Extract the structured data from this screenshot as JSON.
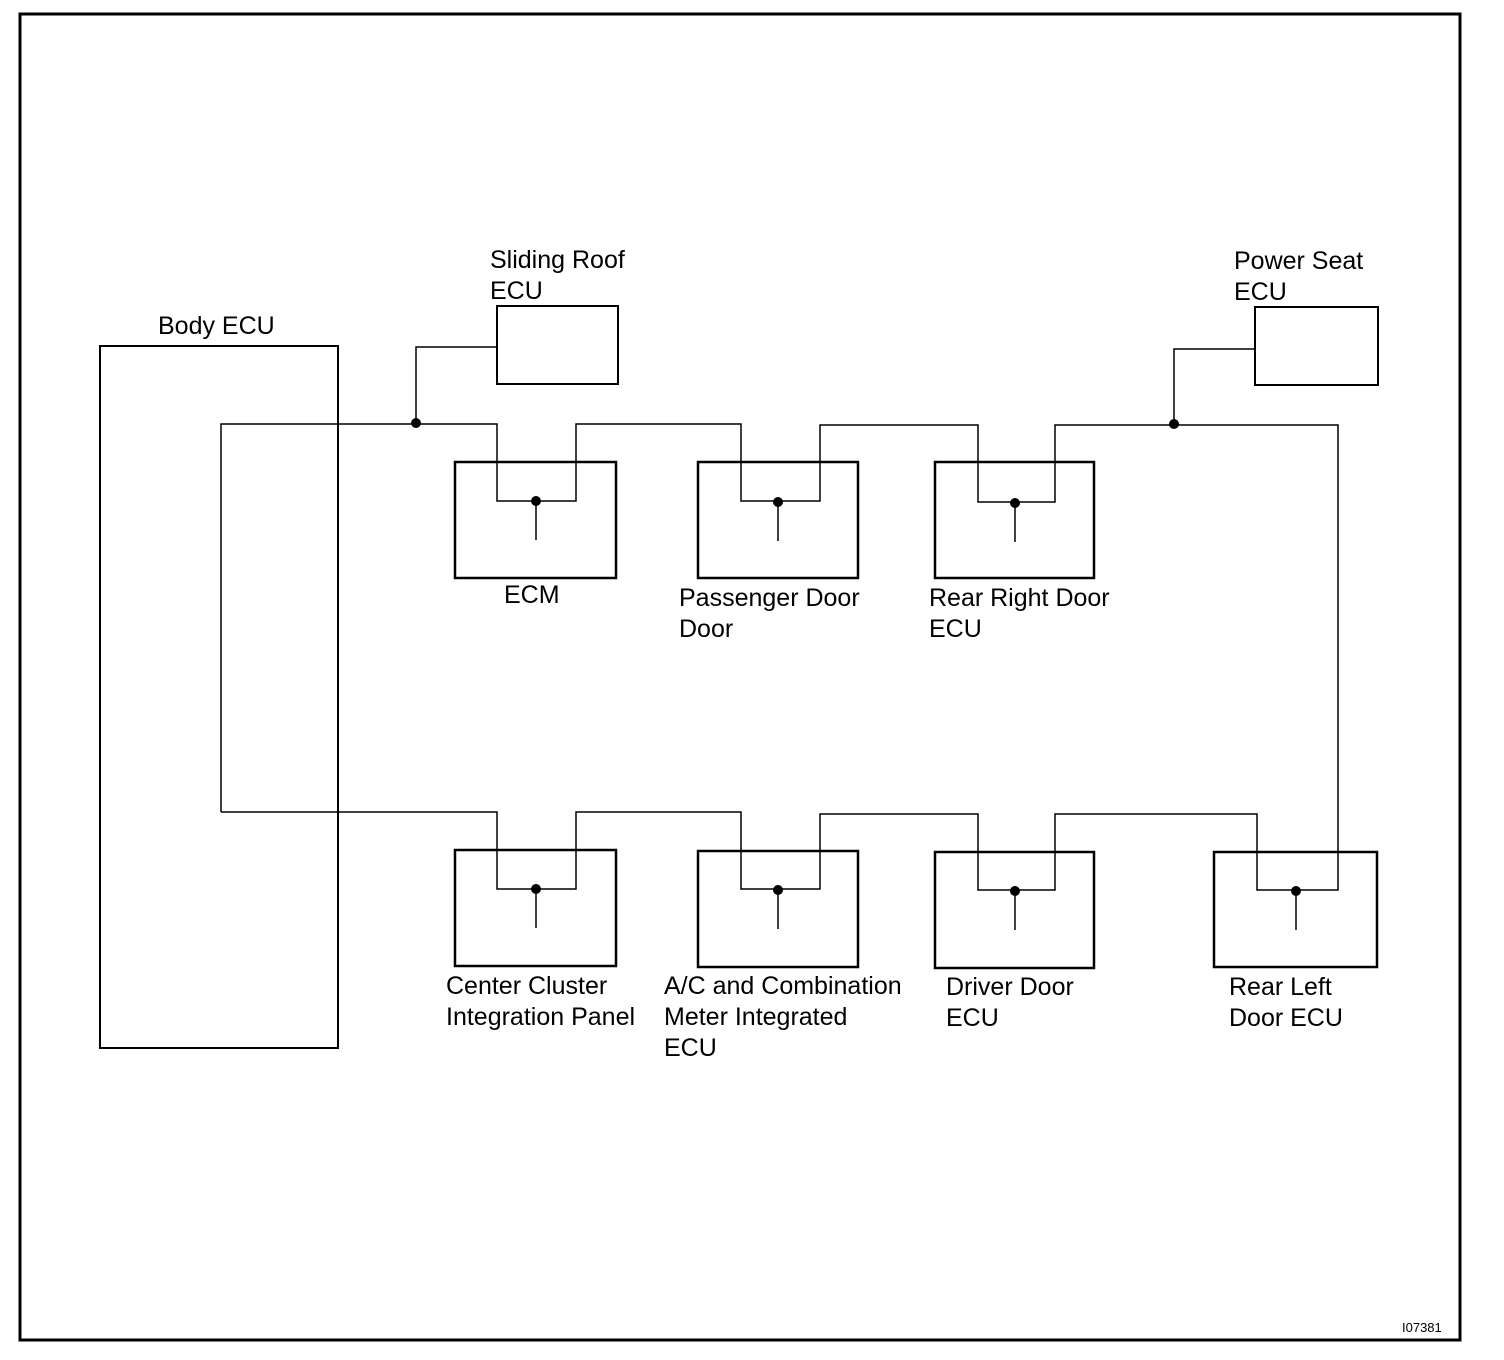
{
  "diagram": {
    "figure_id": "I07381",
    "components": {
      "body_ecu": [
        "Body ECU"
      ],
      "sliding_roof_ecu": [
        "Sliding Roof",
        "ECU"
      ],
      "power_seat_ecu": [
        "Power Seat",
        "ECU"
      ],
      "ecm": [
        "ECM"
      ],
      "passenger_door": [
        "Passenger Door",
        "Door"
      ],
      "rear_right_door_ecu": [
        "Rear Right Door",
        "ECU"
      ],
      "center_cluster_integration_panel": [
        "Center Cluster",
        "Integration Panel"
      ],
      "ac_combination_meter_ecu": [
        "A/C and Combination",
        "Meter Integrated",
        "ECU"
      ],
      "driver_door_ecu": [
        "Driver Door",
        "ECU"
      ],
      "rear_left_door_ecu": [
        "Rear Left",
        "Door ECU"
      ]
    }
  }
}
